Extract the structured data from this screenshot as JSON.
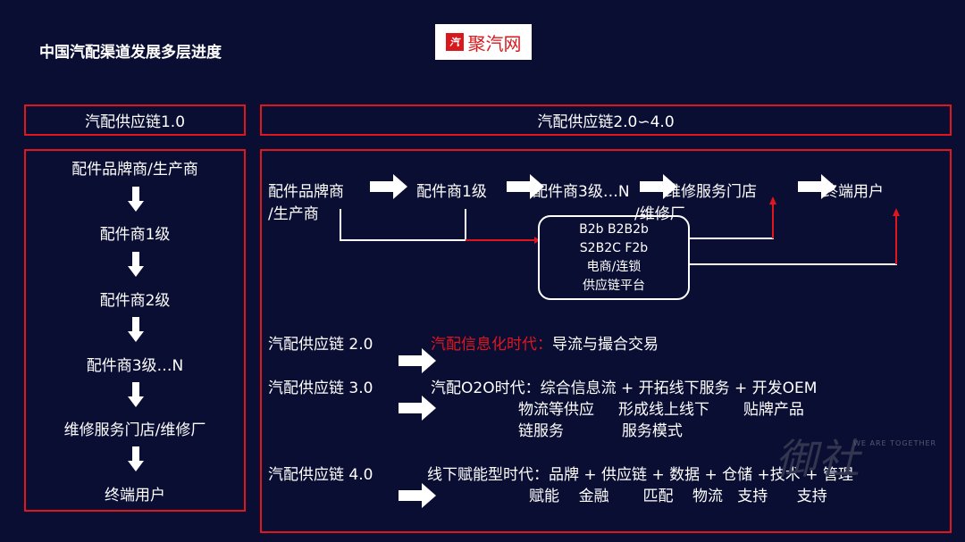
{
  "title": "中国汽配渠道发展多层进度",
  "logo": {
    "mark": "汽",
    "text": "聚汽网"
  },
  "left": {
    "header": "汽配供应链1.0",
    "steps": [
      "配件品牌商/生产商",
      "配件商1级",
      "配件商2级",
      "配件商3级…N",
      "维修服务门店/维修厂",
      "终端用户"
    ]
  },
  "right": {
    "header": "汽配供应链2.0∽4.0",
    "flow": {
      "brand_line1": "配件品牌商",
      "brand_line2": "/生产商",
      "dealer1": "配件商1级",
      "dealer3": "配件商3级…N",
      "repair_line1": "维修服务门店",
      "repair_line2": "/维修厂",
      "end_user": "终端用户",
      "platform": [
        "B2b  B2B2b",
        "S2B2C  F2b",
        "电商/连锁",
        "供应链平台"
      ]
    },
    "stages": [
      {
        "name": "汽配供应链 2.0",
        "era": "汽配信息化时代：",
        "desc": "导流与撮合交易"
      },
      {
        "name": "汽配供应链 3.0",
        "line1": "汽配O2O时代：综合信息流 + 开拓线下服务  +  开发OEM",
        "line2": "物流等供应     形成线上线下       贴牌产品",
        "line3": "链服务            服务模式"
      },
      {
        "name": "汽配供应链 4.0",
        "line1": "线下赋能型时代：品牌 + 供应链 + 数据 + 仓储 +技术 + 管理",
        "line2": "赋能    金融       匹配    物流   支持      支持"
      }
    ]
  },
  "watermark": {
    "main": "御社",
    "sub": "WE ARE TOGETHER"
  },
  "colors": {
    "background": "#0b0e33",
    "accent": "#e0161f",
    "text": "#ffffff"
  }
}
